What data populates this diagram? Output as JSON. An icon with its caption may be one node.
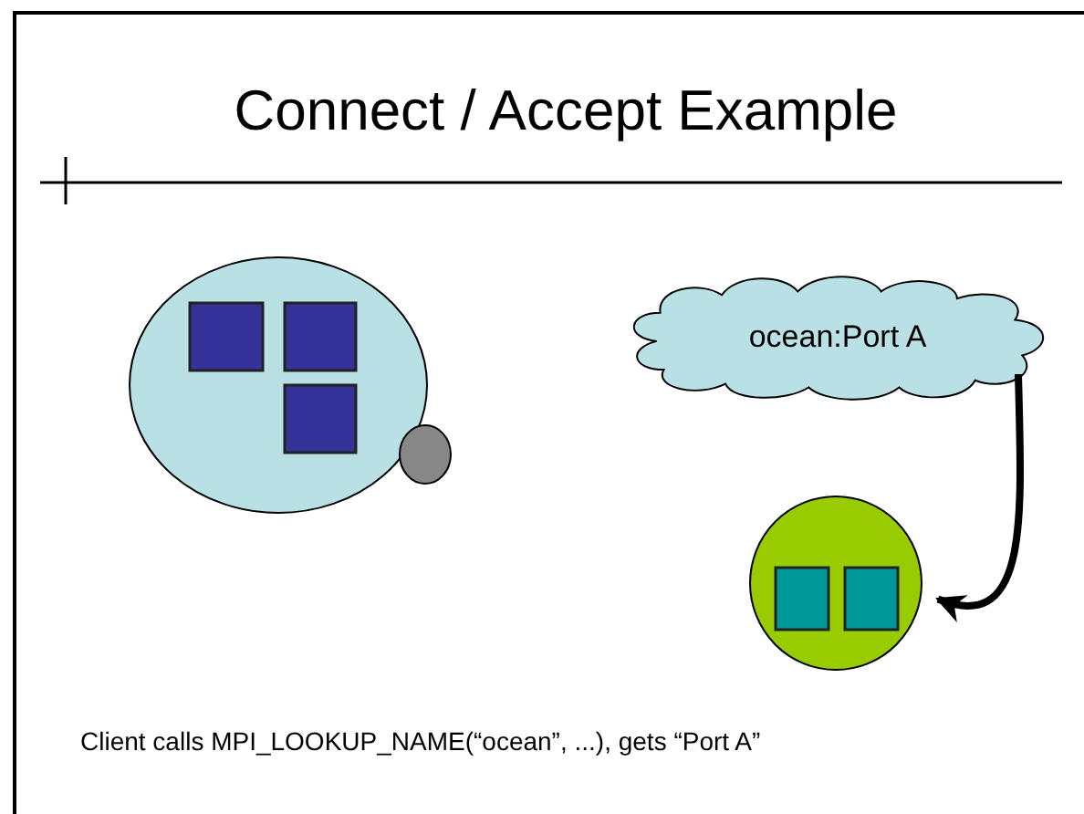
{
  "diagram": {
    "title": "Connect / Accept Example",
    "nodes": [
      {
        "text": [],
        "shape": "circle"
      },
      {
        "text": [],
        "shape": "box",
        "in": 0
      },
      {
        "text": [],
        "shape": "box",
        "in": 0
      },
      {
        "text": [],
        "shape": "box",
        "in": 0
      },
      {
        "text": [],
        "shape": "circle"
      },
      {
        "text": [
          "ocean:Port A"
        ]
      },
      {
        "text": [],
        "shape": "circle"
      },
      {
        "text": [],
        "shape": "box",
        "in": 6
      },
      {
        "text": [],
        "shape": "box",
        "in": 6
      }
    ],
    "edges": [
      {
        "from": 5,
        "to": 6,
        "arrow": "to"
      }
    ],
    "labels": [
      "Client calls MPI_LOOKUP_NAME(“ocean”, ...), gets “Port A”"
    ]
  }
}
